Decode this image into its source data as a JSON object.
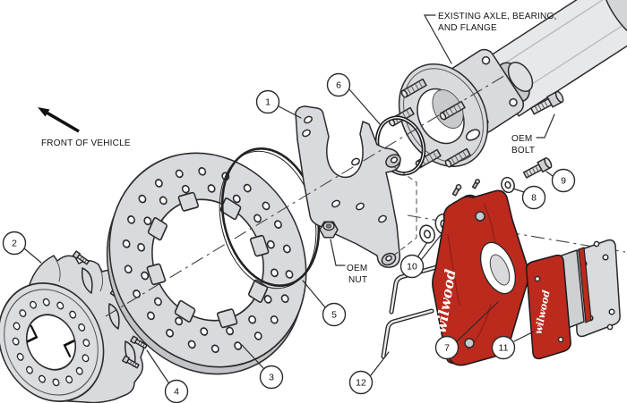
{
  "labels": {
    "front_of_vehicle": "FRONT OF VEHICLE",
    "axle_line1": "EXISTING AXLE, BEARING,",
    "axle_line2": "AND FLANGE",
    "oem_bolt_line1": "OEM",
    "oem_bolt_line2": "BOLT",
    "oem_nut_line1": "OEM",
    "oem_nut_line2": "NUT"
  },
  "brand": {
    "logo_text": "wilwood"
  },
  "callouts": [
    "1",
    "2",
    "3",
    "4",
    "5",
    "6",
    "7",
    "8",
    "9",
    "10",
    "11",
    "12"
  ],
  "colors": {
    "line": "#2b2b2b",
    "part_fill": "#d9dade",
    "part_fill_light": "#e7e8ea",
    "caliper_red": "#bb2a1d",
    "background": "#ffffff"
  }
}
